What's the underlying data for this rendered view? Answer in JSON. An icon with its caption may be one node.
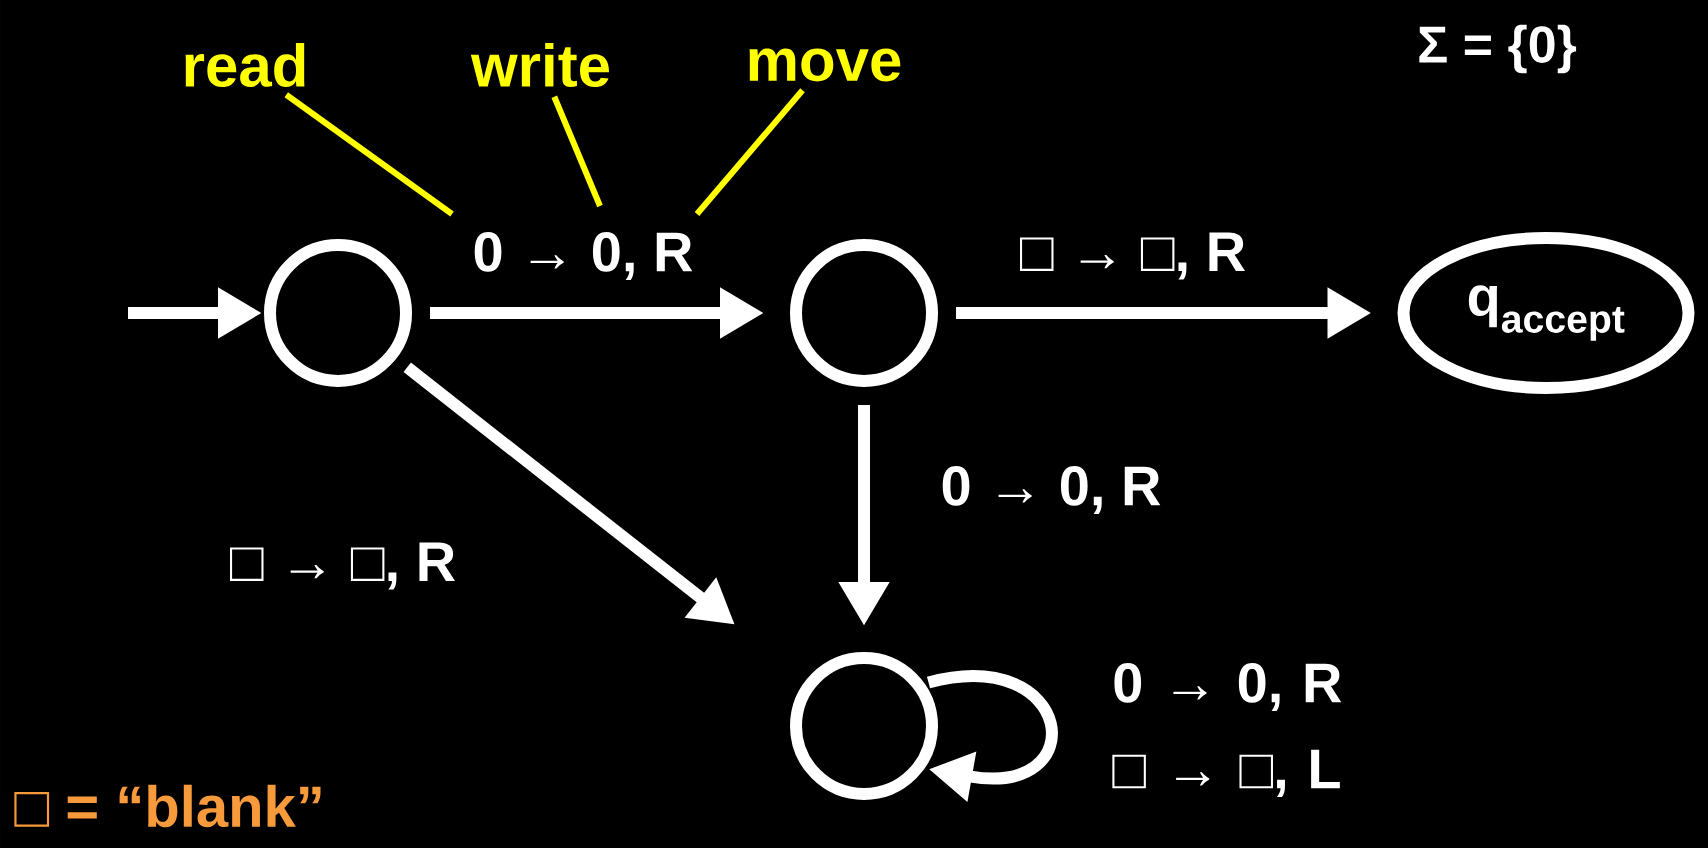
{
  "diagram": {
    "nodes": [
      {
        "text": [
          "read"
        ]
      },
      {
        "text": [
          "write"
        ]
      },
      {
        "text": [
          "move"
        ]
      },
      {
        "text": [],
        "shape": "circle"
      },
      {
        "text": [],
        "shape": "circle"
      },
      {
        "text": [
          "q$_{accept}$"
        ]
      },
      {
        "text": [],
        "shape": "circle"
      }
    ],
    "edges": [
      {
        "from": null,
        "to": 3,
        "arrow": "to"
      },
      {
        "from": 3,
        "to": 4,
        "arrow": "to",
        "label": "0 → 0, R"
      },
      {
        "from": 4,
        "to": 5,
        "arrow": "to",
        "label": "□ → □, R"
      },
      {
        "from": 4,
        "to": 6,
        "arrow": "to",
        "label": "0 → 0, R"
      },
      {
        "from": 3,
        "to": 6,
        "arrow": "to",
        "label": "□ → □, R"
      },
      {
        "from": 6,
        "to": 6,
        "arrow": "to",
        "label": "0 → 0, R □ → □, L"
      },
      {
        "from": 0,
        "to": null,
        "arrow": "none",
        "color": "#ffff00"
      },
      {
        "from": 1,
        "to": null,
        "arrow": "none",
        "color": "#ffff00"
      },
      {
        "from": 2,
        "to": null,
        "arrow": "none",
        "color": "#ffff00"
      }
    ],
    "labels": [
      "Σ = {0}",
      "□ = “blank”"
    ]
  }
}
